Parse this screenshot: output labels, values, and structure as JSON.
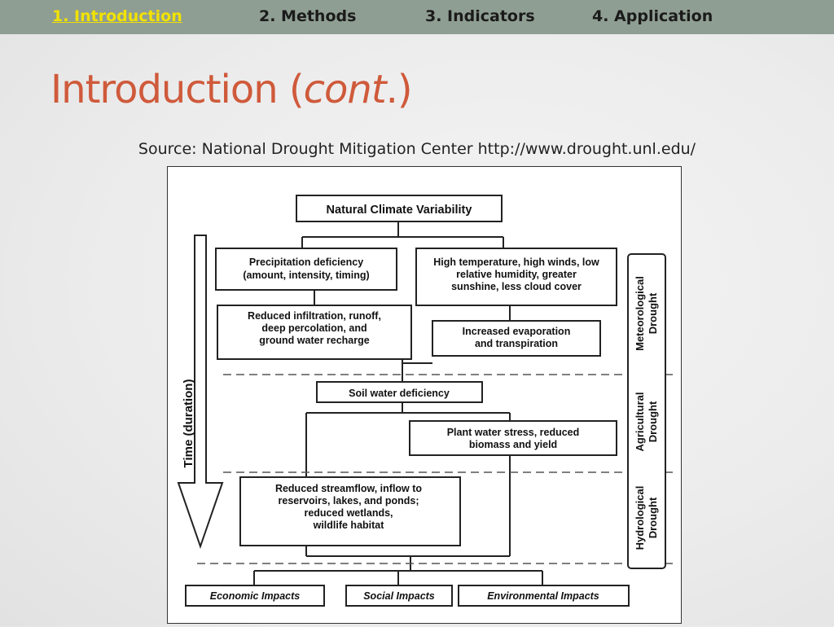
{
  "nav": {
    "items": [
      "1. Introduction",
      "2. Methods",
      "3. Indicators",
      "4. Application"
    ],
    "active_index": 0,
    "active_color": "#f2e200",
    "bar_color": "#8f9e92"
  },
  "slide": {
    "title_main": "Introduction (",
    "title_italic": "cont",
    "title_end": ".)",
    "title_color": "#cf5a3b",
    "source": "Source: National Drought Mitigation Center http://www.drought.unl.edu/"
  },
  "diagram": {
    "top": "Natural Climate Variability",
    "precip": [
      "Precipitation deficiency",
      "(amount, intensity, timing)"
    ],
    "hightemp": [
      "High temperature, high winds, low",
      "relative humidity, greater",
      "sunshine, less cloud cover"
    ],
    "infiltration": [
      "Reduced infiltration, runoff,",
      "deep percolation, and",
      "ground water recharge"
    ],
    "evaporation": [
      "Increased evaporation",
      "and transpiration"
    ],
    "soil": "Soil water deficiency",
    "plant": [
      "Plant water stress, reduced",
      "biomass and yield"
    ],
    "streamflow": [
      "Reduced streamflow, inflow to",
      "reservoirs, lakes, and ponds;",
      "reduced wetlands,",
      "wildlife habitat"
    ],
    "time_label": "Time (duration)",
    "stage_meteorological": [
      "Meteorological",
      "Drought"
    ],
    "stage_agricultural": [
      "Agricultural",
      "Drought"
    ],
    "stage_hydrological": [
      "Hydrological",
      "Drought"
    ],
    "impacts": [
      "Economic Impacts",
      "Social Impacts",
      "Environmental Impacts"
    ]
  }
}
